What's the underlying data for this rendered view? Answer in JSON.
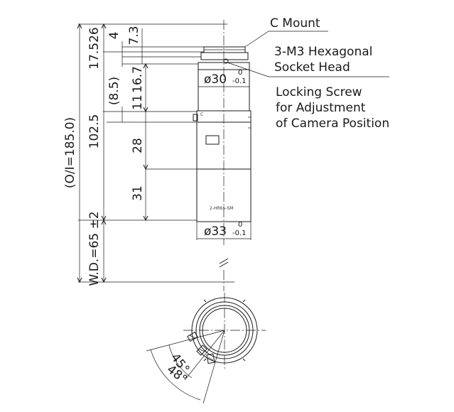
{
  "callouts": {
    "c_mount": "C Mount",
    "socket_head_line1": "3-M3 Hexagonal",
    "socket_head_line2": "Socket Head",
    "locking_line1": "Locking Screw",
    "locking_line2": "for Adjustment",
    "locking_line3": "of Camera Position"
  },
  "dims_vertical": {
    "d4": "4",
    "d7_3": "7.3",
    "d17_526": "17.526",
    "d16_7": "16.7",
    "d8_5": "(8.5)",
    "d11": "11",
    "d102_5": "102.5",
    "d28": "28",
    "d31": "31",
    "wd": "W.D.=65 ±2",
    "oi": "(O/I=185.0)"
  },
  "diameters": {
    "upper": "ø30",
    "upper_tol_top": "0",
    "upper_tol_bottom": "-0.1",
    "lower": "ø33",
    "lower_tol_top": "0",
    "lower_tol_bottom": "-0.1"
  },
  "angles": {
    "a45": "45°",
    "a48": "48°"
  },
  "model_text": "2-HR65-SM"
}
